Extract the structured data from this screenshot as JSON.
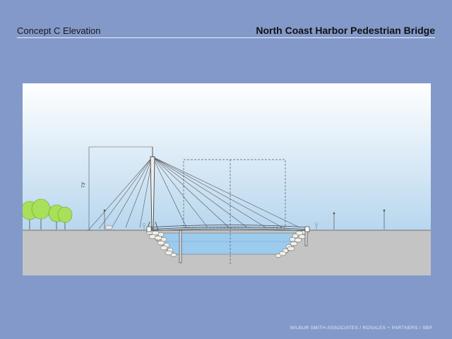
{
  "slide": {
    "subtitle": "Concept C Elevation",
    "title": "North Coast Harbor Pedestrian Bridge",
    "footer": "WILBUR SMITH ASSOCIATES / ROSALES + PARTNERS / SBP"
  },
  "drawing": {
    "dimension_label": "73'",
    "colors": {
      "background": "#8399c9",
      "sky_top": "#ffffff",
      "sky_bottom": "#b7d6ee",
      "ground": "#c4c4c4",
      "water": "#9ccbee",
      "structure": "#444444",
      "trees": "#a8e05a"
    }
  }
}
